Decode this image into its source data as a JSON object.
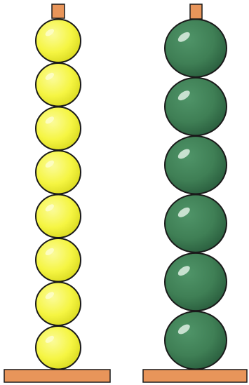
{
  "stacks": [
    {
      "id": "left",
      "bead_count": 8,
      "bead_color": "#f5f542",
      "bead_highlight": "#fdfdc8",
      "bead_shadow": "#d9d920"
    },
    {
      "id": "right",
      "bead_count": 6,
      "bead_color": "#3f7f55",
      "bead_highlight": "#d6eadc",
      "bead_shadow": "#2c6040"
    }
  ],
  "colors": {
    "base": "#e8955a",
    "peg": "#e8955a",
    "outline": "#1a1a1a",
    "background": "#ffffff"
  }
}
